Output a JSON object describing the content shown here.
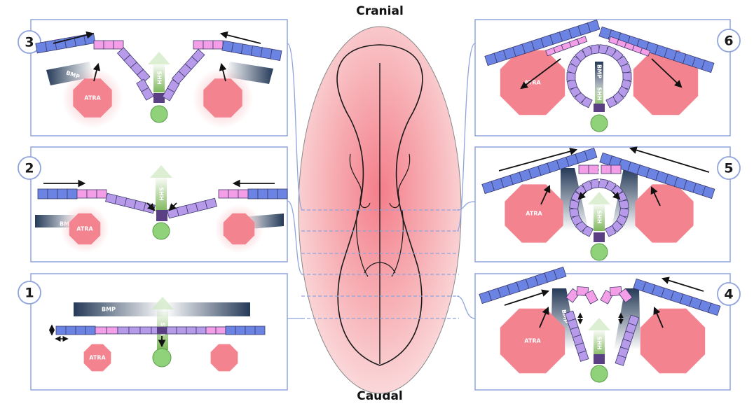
{
  "orientation": {
    "top": "Cranial",
    "bottom": "Caudal"
  },
  "colors": {
    "frame": "#8fa4de",
    "epidermis": "#6b83e3",
    "border": "#f59ee8",
    "neural": "#b79ae9",
    "hinge": "#5a3f84",
    "notochord": "#8fd27a",
    "atra": "#f2838f",
    "bmp_dark": "#2b3f5c",
    "shh": "#8cbf6a",
    "embryo": "#f6b2b6"
  },
  "signals": {
    "bmp": "BMP",
    "shh": "SHH",
    "atra": "ATRA"
  },
  "stages": [
    {
      "number": "1",
      "name": "stage-1"
    },
    {
      "number": "2",
      "name": "stage-2"
    },
    {
      "number": "3",
      "name": "stage-3"
    },
    {
      "number": "4",
      "name": "stage-4"
    },
    {
      "number": "5",
      "name": "stage-5"
    },
    {
      "number": "6",
      "name": "stage-6"
    }
  ]
}
